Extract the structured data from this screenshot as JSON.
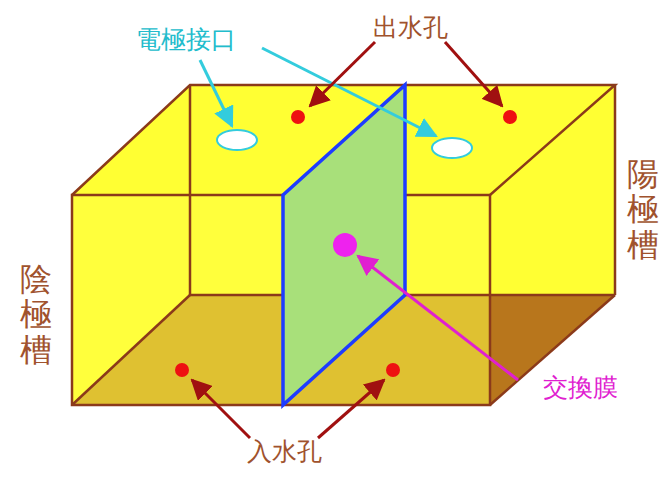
{
  "diagram": {
    "labels": [
      "電極接口",
      "出水孔",
      "陽極槽",
      "陰極槽",
      "交換膜",
      "入水孔"
    ]
  }
}
